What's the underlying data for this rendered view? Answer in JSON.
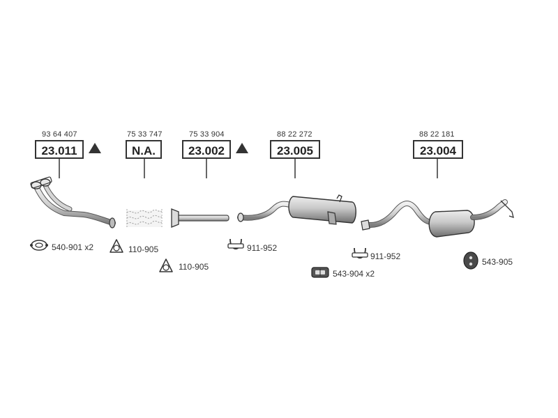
{
  "parts": [
    {
      "oe": "93 64 407",
      "code": "23.011",
      "warning": true
    },
    {
      "oe": "75 33 747",
      "code": "N.A.",
      "warning": false
    },
    {
      "oe": "75 33 904",
      "code": "23.002",
      "warning": true
    },
    {
      "oe": "88 22 272",
      "code": "23.005",
      "warning": false
    },
    {
      "oe": "88 22 181",
      "code": "23.004",
      "warning": false
    }
  ],
  "accessories": [
    {
      "label": "540-901 x2",
      "icon": "gasket-ring-icon"
    },
    {
      "label": "110-905",
      "icon": "triangular-gasket-icon"
    },
    {
      "label": "110-905",
      "icon": "triangular-gasket-icon"
    },
    {
      "label": "911-952",
      "icon": "u-clamp-icon"
    },
    {
      "label": "911-952",
      "icon": "u-clamp-icon"
    },
    {
      "label": "543-904 x2",
      "icon": "rubber-mount-icon"
    },
    {
      "label": "543-905",
      "icon": "rubber-hanger-icon"
    }
  ],
  "colors": {
    "line": "#333333",
    "part_fill": "#d8d8d8",
    "part_dark": "#8a8a8a"
  }
}
